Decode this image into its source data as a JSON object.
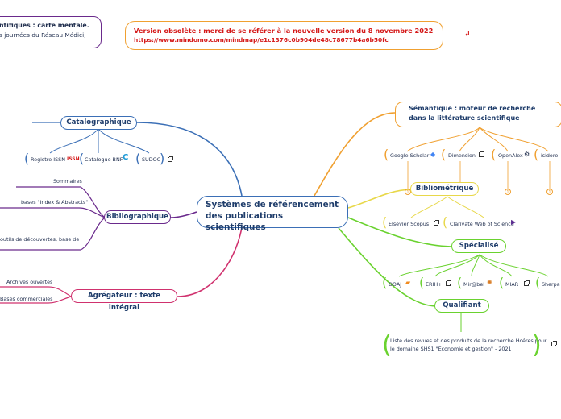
{
  "top_left_note": {
    "line1": "ntifiques : carte mentale.",
    "line2": "s journées du Réseau Médici,"
  },
  "obsolete_note": {
    "line1": "Version obsolète : merci de se référer à la nouvelle version  du 8 novembre 2022",
    "line2": "https://www.mindomo.com/mindmap/e1c1376c0b904de48c78677b4a6b50fc"
  },
  "central": "Systèmes de référencement des publications scientifiques",
  "left": {
    "catalographique": {
      "label": "Catalographique",
      "leaves": [
        "Registre ISSN",
        "Catalogue BNF",
        "SUDOC"
      ]
    },
    "bibliographique": {
      "label": "Bibliographique",
      "leaves": [
        "Sommaires",
        "bases \"Index & Abstracts\"",
        "outils de découvertes, base de"
      ]
    },
    "agregateur": {
      "label": "Agrégateur : texte intégral",
      "leaves": [
        "Archives ouvertes",
        "Bases commerciales"
      ]
    }
  },
  "right": {
    "semantique": {
      "label": "Sémantique : moteur de recherche dans la littérature scientifique",
      "leaves": [
        "Google Scholar",
        "Dimension",
        "OpenAlex",
        "isidore"
      ]
    },
    "bibliometrique": {
      "label": "Bibliométrique",
      "leaves": [
        "Elsevier Scopus",
        "Clarivate Web of Science"
      ]
    },
    "specialise": {
      "label": "Spécialisé",
      "leaves": [
        "DOAJ",
        "ERIH+",
        "Mir@bel",
        "MIAR",
        "Sherpa R"
      ]
    },
    "qualifiant": {
      "label": "Qualifiant",
      "leaf_line1": "Liste des revues et des produits de la recherche Hcéres pour",
      "leaf_line2": "le domaine SHS1 \"Économie et gestion\" - 2021"
    }
  },
  "colors": {
    "blue": "#3b6fb6",
    "purple": "#6a2a8c",
    "pink": "#d0316e",
    "orange": "#f0a030",
    "yellow": "#e8d84a",
    "green": "#6ad22f",
    "red": "#d41818"
  }
}
